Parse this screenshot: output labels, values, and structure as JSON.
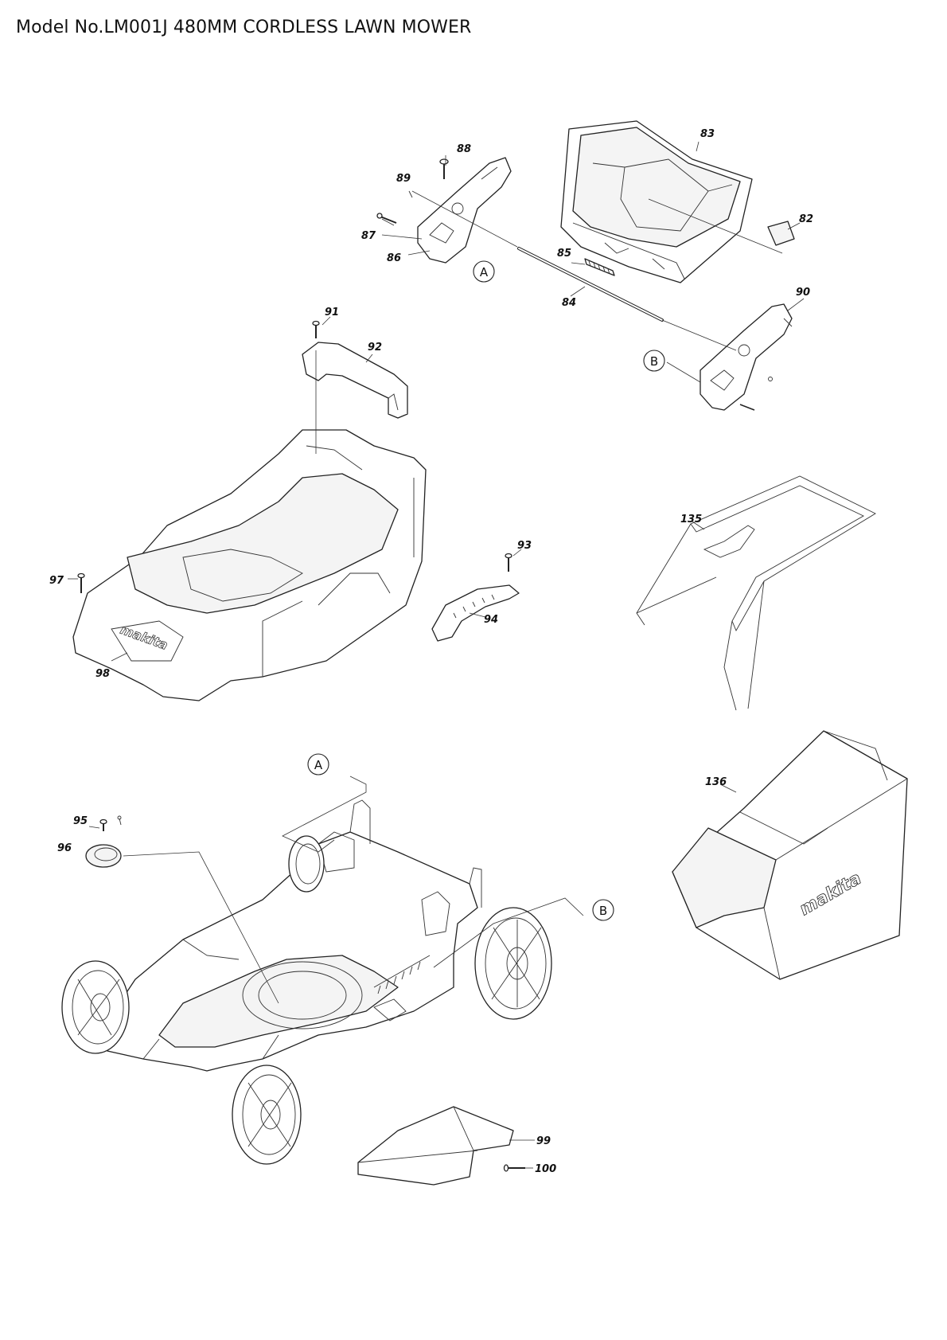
{
  "title": "Model No.LM001J 480MM CORDLESS LAWN MOWER",
  "brand": "makita",
  "refs": {
    "a": "A",
    "b": "B"
  },
  "callouts": {
    "p82": "82",
    "p83": "83",
    "p84": "84",
    "p85": "85",
    "p86": "86",
    "p87": "87",
    "p88": "88",
    "p89": "89",
    "p90": "90",
    "p91": "91",
    "p92": "92",
    "p93": "93",
    "p94": "94",
    "p95": "95",
    "p96": "96",
    "p97": "97",
    "p98": "98",
    "p99": "99",
    "p100": "100",
    "p135": "135",
    "p136": "136"
  }
}
